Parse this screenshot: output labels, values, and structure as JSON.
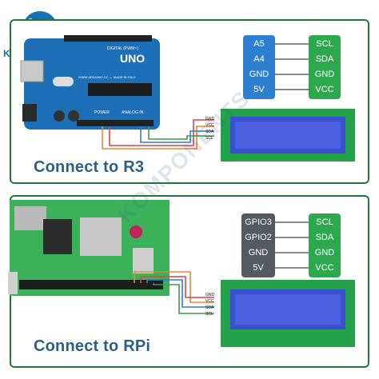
{
  "logo": {
    "text": "KOMP"
  },
  "watermark": "KOMPONENTS",
  "r3": {
    "caption": "Connect to R3",
    "board_labels": {
      "brand": "UNO",
      "digital": "DIGITAL (PWM~)",
      "power": "POWER",
      "analog": "ANALOG IN",
      "site": "WWW.ARDUINO.CC — MADE IN ITALY"
    },
    "lcd_pins": [
      "GND",
      "VCC",
      "SDA",
      "SCL"
    ],
    "mapping": [
      {
        "from": "A5",
        "to": "SCL"
      },
      {
        "from": "A4",
        "to": "SDA"
      },
      {
        "from": "GND",
        "to": "GND"
      },
      {
        "from": "5V",
        "to": "VCC"
      }
    ]
  },
  "rpi": {
    "caption": "Connect to RPi",
    "lcd_pins": [
      "GND",
      "VCC",
      "SDA",
      "SCL"
    ],
    "mapping": [
      {
        "from": "GPIO3",
        "to": "SCL"
      },
      {
        "from": "GPIO2",
        "to": "SDA"
      },
      {
        "from": "GND",
        "to": "GND"
      },
      {
        "from": "5V",
        "to": "VCC"
      }
    ]
  },
  "colors": {
    "green": "#1f7a3a",
    "arduino_blue": "#1d6fb8",
    "uno_box": "#2f7fd0",
    "rpi_box": "#555a60",
    "pin_green": "#2ea84f",
    "lcd_screen": "#4d61e0",
    "rpi_board": "#3bb25a",
    "caption": "#2d5f86"
  }
}
